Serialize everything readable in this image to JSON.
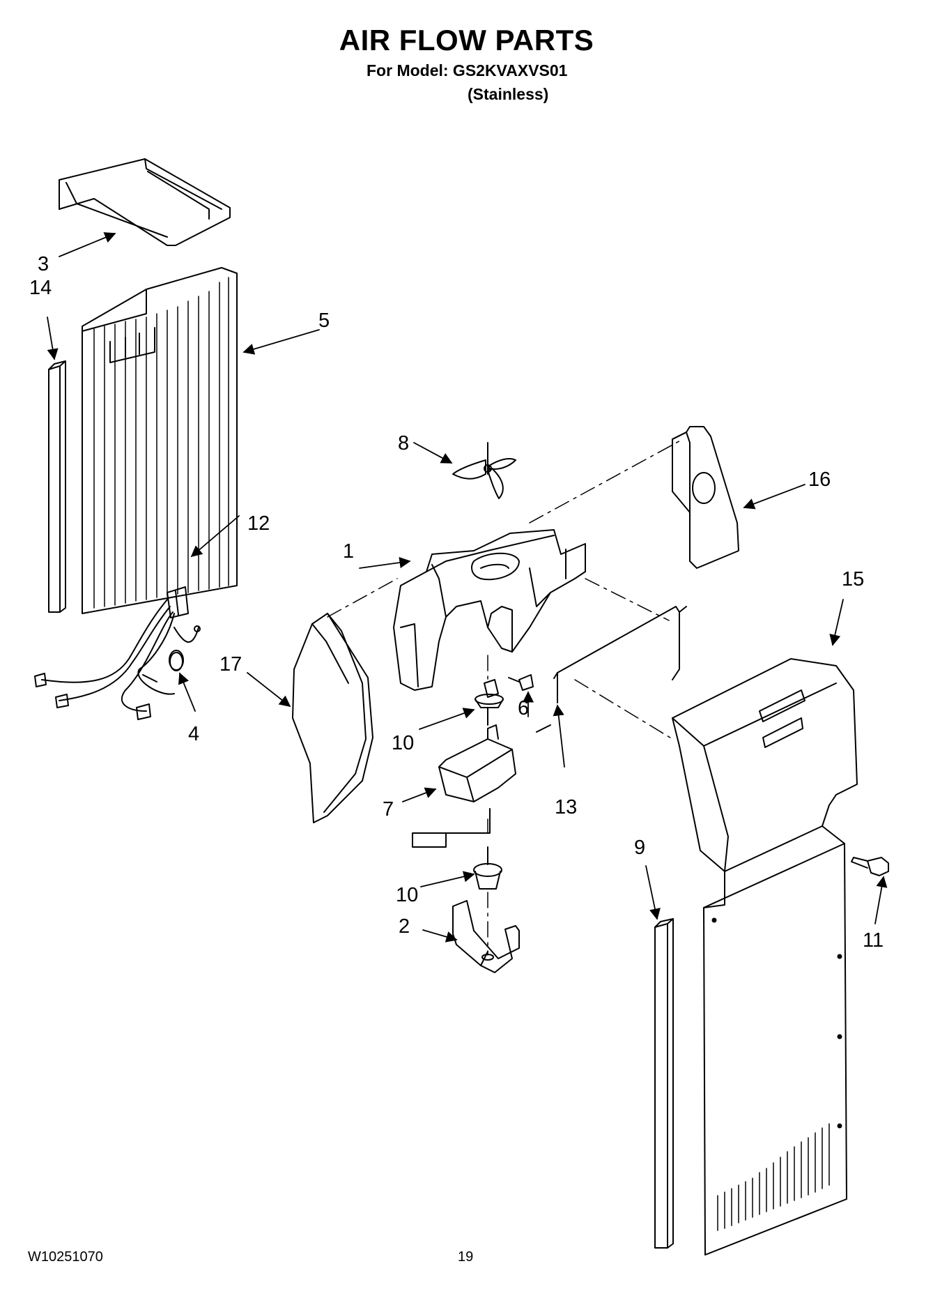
{
  "header": {
    "title": "AIR FLOW PARTS",
    "model_line": "For Model: GS2KVAXVS01",
    "variant": "(Stainless)"
  },
  "footer": {
    "doc_number": "W10251070",
    "page_number": "19"
  },
  "callouts": {
    "c1": "1",
    "c2": "2",
    "c3": "3",
    "c4": "4",
    "c5": "5",
    "c6": "6",
    "c7": "7",
    "c8": "8",
    "c9": "9",
    "c10a": "10",
    "c10b": "10",
    "c11": "11",
    "c12": "12",
    "c13": "13",
    "c14": "14",
    "c15": "15",
    "c16": "16",
    "c17": "17"
  }
}
